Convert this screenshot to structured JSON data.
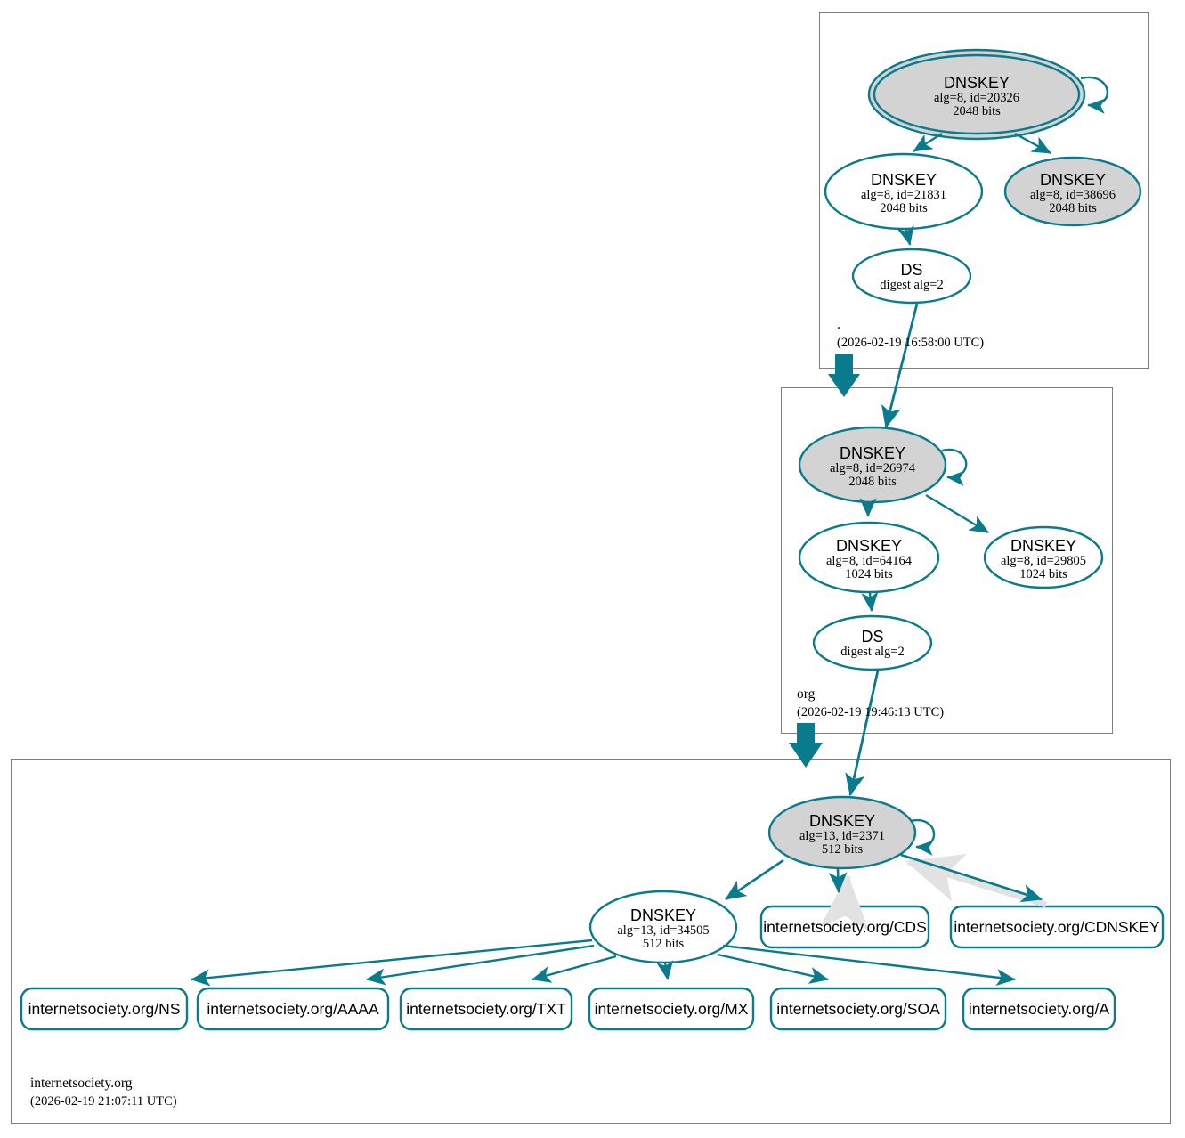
{
  "diagram": {
    "title": "DNSSEC Authentication Chain for internetsociety.org",
    "colors": {
      "edge_teal": "#0a7b8c",
      "node_stroke": "#0a7b8c",
      "sep_fill": "#d3d3d3",
      "plain_fill": "#ffffff",
      "box_stroke": "#7f7f7f",
      "gray_edge": "#e0e0e0",
      "text": "#000000"
    }
  },
  "zones": [
    {
      "id": "root",
      "name": ".",
      "timestamp": "(2026-02-19 16:58:00 UTC)",
      "nodes": [
        {
          "id": "root-ksk-20326",
          "kind": "DNSKEY",
          "type_label": "DNSKEY",
          "detail": "alg=8, id=20326",
          "size": "2048 bits",
          "alg": 8,
          "key_id": 20326,
          "bits": 2048,
          "sep": true,
          "double_border": true,
          "self_signed": true
        },
        {
          "id": "root-zsk-21831",
          "kind": "DNSKEY",
          "type_label": "DNSKEY",
          "detail": "alg=8, id=21831",
          "size": "2048 bits",
          "alg": 8,
          "key_id": 21831,
          "bits": 2048,
          "sep": false,
          "double_border": false,
          "self_signed": false
        },
        {
          "id": "root-key-38696",
          "kind": "DNSKEY",
          "type_label": "DNSKEY",
          "detail": "alg=8, id=38696",
          "size": "2048 bits",
          "alg": 8,
          "key_id": 38696,
          "bits": 2048,
          "sep": true,
          "double_border": false,
          "self_signed": false
        },
        {
          "id": "root-ds",
          "kind": "DS",
          "type_label": "DS",
          "detail": "digest alg=2",
          "size": "",
          "digest_alg": 2
        }
      ]
    },
    {
      "id": "org",
      "name": "org",
      "timestamp": "(2026-02-19 19:46:13 UTC)",
      "nodes": [
        {
          "id": "org-ksk-26974",
          "kind": "DNSKEY",
          "type_label": "DNSKEY",
          "detail": "alg=8, id=26974",
          "size": "2048 bits",
          "alg": 8,
          "key_id": 26974,
          "bits": 2048,
          "sep": true,
          "double_border": false,
          "self_signed": true
        },
        {
          "id": "org-zsk-64164",
          "kind": "DNSKEY",
          "type_label": "DNSKEY",
          "detail": "alg=8, id=64164",
          "size": "1024 bits",
          "alg": 8,
          "key_id": 64164,
          "bits": 1024,
          "sep": false,
          "double_border": false,
          "self_signed": false
        },
        {
          "id": "org-zsk-29805",
          "kind": "DNSKEY",
          "type_label": "DNSKEY",
          "detail": "alg=8, id=29805",
          "size": "1024 bits",
          "alg": 8,
          "key_id": 29805,
          "bits": 1024,
          "sep": false,
          "double_border": false,
          "self_signed": false
        },
        {
          "id": "org-ds",
          "kind": "DS",
          "type_label": "DS",
          "detail": "digest alg=2",
          "size": "",
          "digest_alg": 2
        }
      ]
    },
    {
      "id": "internetsociety",
      "name": "internetsociety.org",
      "timestamp": "(2026-02-19 21:07:11 UTC)",
      "nodes": [
        {
          "id": "is-ksk-2371",
          "kind": "DNSKEY",
          "type_label": "DNSKEY",
          "detail": "alg=13, id=2371",
          "size": "512 bits",
          "alg": 13,
          "key_id": 2371,
          "bits": 512,
          "sep": true,
          "double_border": false,
          "self_signed": true
        },
        {
          "id": "is-zsk-34505",
          "kind": "DNSKEY",
          "type_label": "DNSKEY",
          "detail": "alg=13, id=34505",
          "size": "512 bits",
          "alg": 13,
          "key_id": 34505,
          "bits": 512,
          "sep": false,
          "double_border": false,
          "self_signed": false
        }
      ],
      "rrsets": [
        {
          "id": "rr-ns",
          "label": "internetsociety.org/NS"
        },
        {
          "id": "rr-aaaa",
          "label": "internetsociety.org/AAAA"
        },
        {
          "id": "rr-txt",
          "label": "internetsociety.org/TXT"
        },
        {
          "id": "rr-mx",
          "label": "internetsociety.org/MX"
        },
        {
          "id": "rr-soa",
          "label": "internetsociety.org/SOA"
        },
        {
          "id": "rr-a",
          "label": "internetsociety.org/A"
        },
        {
          "id": "rr-cds",
          "label": "internetsociety.org/CDS"
        },
        {
          "id": "rr-cdnskey",
          "label": "internetsociety.org/CDNSKEY"
        }
      ]
    }
  ],
  "edges": [
    {
      "from": "root-ksk-20326",
      "to": "root-ksk-20326",
      "style": "self-loop",
      "color": "teal"
    },
    {
      "from": "root-ksk-20326",
      "to": "root-zsk-21831",
      "style": "rrsig",
      "color": "teal"
    },
    {
      "from": "root-ksk-20326",
      "to": "root-key-38696",
      "style": "rrsig",
      "color": "teal"
    },
    {
      "from": "root-zsk-21831",
      "to": "root-ds",
      "style": "rrsig",
      "color": "teal"
    },
    {
      "from": "root-ds",
      "to": "org-ksk-26974",
      "style": "ds",
      "color": "teal"
    },
    {
      "from": "root",
      "to": "org",
      "style": "delegation",
      "color": "teal"
    },
    {
      "from": "org-ksk-26974",
      "to": "org-ksk-26974",
      "style": "self-loop",
      "color": "teal"
    },
    {
      "from": "org-ksk-26974",
      "to": "org-zsk-64164",
      "style": "rrsig",
      "color": "teal"
    },
    {
      "from": "org-ksk-26974",
      "to": "org-zsk-29805",
      "style": "rrsig",
      "color": "teal"
    },
    {
      "from": "org-zsk-64164",
      "to": "org-ds",
      "style": "rrsig",
      "color": "teal"
    },
    {
      "from": "org-ds",
      "to": "is-ksk-2371",
      "style": "ds",
      "color": "teal"
    },
    {
      "from": "org",
      "to": "internetsociety",
      "style": "delegation",
      "color": "teal"
    },
    {
      "from": "is-ksk-2371",
      "to": "is-ksk-2371",
      "style": "self-loop",
      "color": "teal"
    },
    {
      "from": "is-ksk-2371",
      "to": "is-zsk-34505",
      "style": "rrsig",
      "color": "teal"
    },
    {
      "from": "is-ksk-2371",
      "to": "rr-cds",
      "style": "rrsig",
      "color": "teal"
    },
    {
      "from": "is-ksk-2371",
      "to": "rr-cdnskey",
      "style": "rrsig",
      "color": "teal"
    },
    {
      "from": "rr-cds",
      "to": "is-ksk-2371",
      "style": "reference",
      "color": "gray"
    },
    {
      "from": "rr-cdnskey",
      "to": "is-ksk-2371",
      "style": "reference",
      "color": "gray"
    },
    {
      "from": "is-zsk-34505",
      "to": "rr-ns",
      "style": "rrsig",
      "color": "teal"
    },
    {
      "from": "is-zsk-34505",
      "to": "rr-aaaa",
      "style": "rrsig",
      "color": "teal"
    },
    {
      "from": "is-zsk-34505",
      "to": "rr-txt",
      "style": "rrsig",
      "color": "teal"
    },
    {
      "from": "is-zsk-34505",
      "to": "rr-mx",
      "style": "rrsig",
      "color": "teal"
    },
    {
      "from": "is-zsk-34505",
      "to": "rr-soa",
      "style": "rrsig",
      "color": "teal"
    },
    {
      "from": "is-zsk-34505",
      "to": "rr-a",
      "style": "rrsig",
      "color": "teal"
    }
  ]
}
